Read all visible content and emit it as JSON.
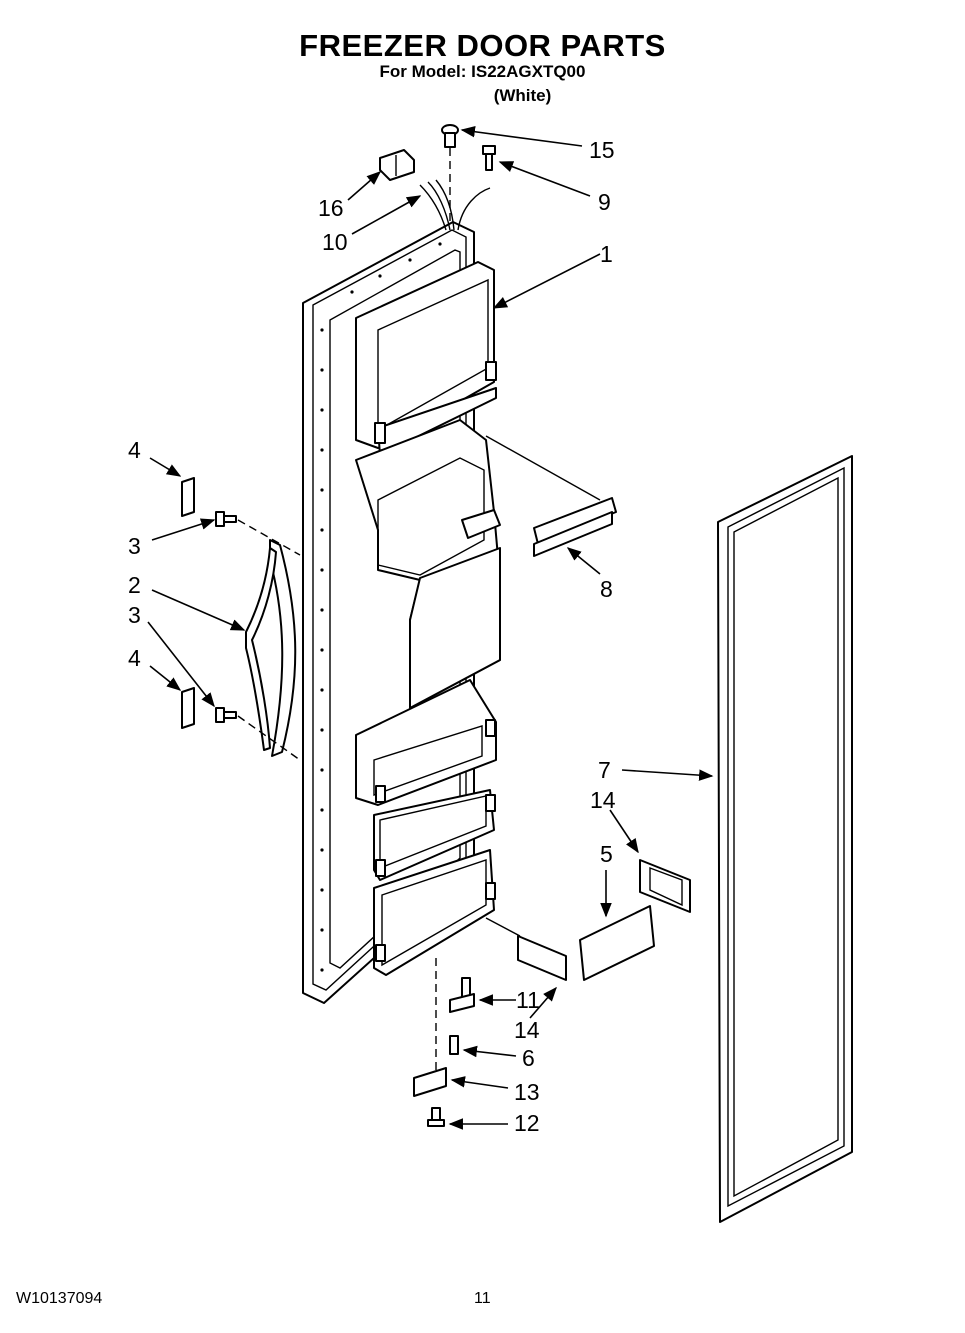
{
  "header": {
    "title": "FREEZER DOOR PARTS",
    "model_line": "For Model: IS22AGXTQ00",
    "color_line": "(White)"
  },
  "callouts": {
    "c1": "1",
    "c2": "2",
    "c3a": "3",
    "c3b": "3",
    "c4a": "4",
    "c4b": "4",
    "c5": "5",
    "c6": "6",
    "c7": "7",
    "c8": "8",
    "c9": "9",
    "c10": "10",
    "c11": "11",
    "c12": "12",
    "c13": "13",
    "c14a": "14",
    "c14b": "14",
    "c15": "15",
    "c16": "16"
  },
  "footer": {
    "doc_number": "W10137094",
    "page_number": "11"
  }
}
